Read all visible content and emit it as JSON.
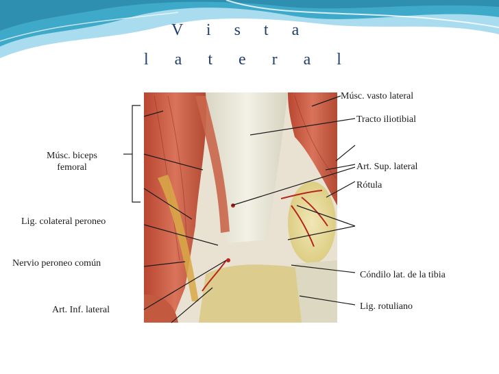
{
  "title": {
    "line1": "V i s t a",
    "line2": "l a t e r a l"
  },
  "labels": {
    "biceps": "Músc. biceps femoral",
    "lig_colateral": "Lig. colateral peroneo",
    "nervio": "Nervio peroneo común",
    "art_inf": "Art. Inf. lateral",
    "vasto": "Músc. vasto lateral",
    "tracto": "Tracto iliotibial",
    "art_sup": "Art. Sup. lateral",
    "rotula": "Rótula",
    "condilo": "Cóndilo lat. de la tibia",
    "lig_rotuliano": "Lig. rotuliano"
  },
  "colors": {
    "header_wave_dark": "#3fa9c9",
    "header_wave_light": "#a9dcee",
    "title": "#1f3f6d",
    "leader": "#1a1a1a",
    "muscle": "#c4553a",
    "tendon": "#eae6d6"
  }
}
